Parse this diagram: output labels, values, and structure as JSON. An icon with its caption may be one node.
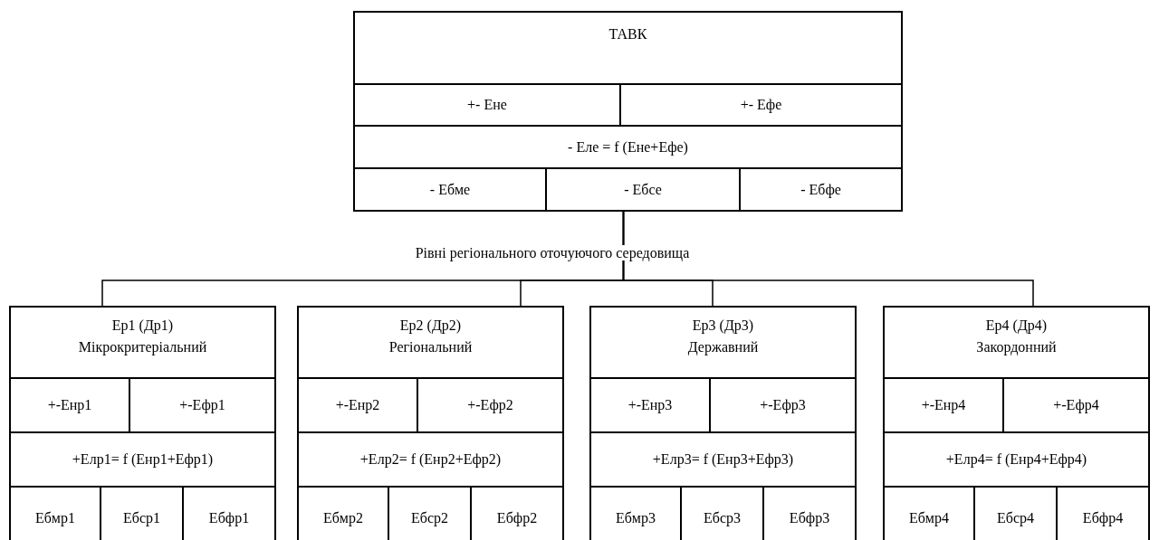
{
  "diagram": {
    "nodes": [
      {
        "text": [
          "ТАВК"
        ]
      },
      {
        "text": [
          "+- Ене"
        ],
        "in": 0
      },
      {
        "text": [
          "+- Ефе"
        ],
        "in": 0
      },
      {
        "text": [
          "- Еле = f (Ене+Ефе)"
        ],
        "in": 0
      },
      {
        "text": [
          "- Ебме"
        ],
        "in": 0
      },
      {
        "text": [
          "- Ебсе"
        ],
        "in": 0
      },
      {
        "text": [
          "- Ебфе"
        ],
        "in": 0
      },
      {
        "text": [
          "Ер1 (Др1)",
          "Мікрокритеріальний"
        ]
      },
      {
        "text": [
          "+-Енр1"
        ],
        "in": 7
      },
      {
        "text": [
          "+-Ефр1"
        ],
        "in": 7
      },
      {
        "text": [
          "+Елр1= f (Енр1+Ефр1)"
        ],
        "in": 7
      },
      {
        "text": [
          "Ебмр1"
        ],
        "in": 7
      },
      {
        "text": [
          "Ебср1"
        ],
        "in": 7
      },
      {
        "text": [
          "Ебфр1"
        ],
        "in": 7
      },
      {
        "text": [
          "Ер2 (Др2)",
          "Регіональний"
        ]
      },
      {
        "text": [
          "+-Енр2"
        ],
        "in": 14
      },
      {
        "text": [
          "+-Ефр2"
        ],
        "in": 14
      },
      {
        "text": [
          "+Елр2= f (Енр2+Ефр2)"
        ],
        "in": 14
      },
      {
        "text": [
          "Ебмр2"
        ],
        "in": 14
      },
      {
        "text": [
          "Ебср2"
        ],
        "in": 14
      },
      {
        "text": [
          "Ебфр2"
        ],
        "in": 14
      },
      {
        "text": [
          "Ер3 (Др3)",
          "Державний"
        ]
      },
      {
        "text": [
          "+-Енр3"
        ],
        "in": 21
      },
      {
        "text": [
          "+-Ефр3"
        ],
        "in": 21
      },
      {
        "text": [
          "+Елр3= f (Енр3+Ефр3)"
        ],
        "in": 21
      },
      {
        "text": [
          "Ебмр3"
        ],
        "in": 21
      },
      {
        "text": [
          "Ебср3"
        ],
        "in": 21
      },
      {
        "text": [
          "Ебфр3"
        ],
        "in": 21
      },
      {
        "text": [
          "Ер4 (Др4)",
          "Закордонний"
        ]
      },
      {
        "text": [
          "+-Енр4"
        ],
        "in": 28
      },
      {
        "text": [
          "+-Ефр4"
        ],
        "in": 28
      },
      {
        "text": [
          "+Елр4= f (Енр4+Ефр4)"
        ],
        "in": 28
      },
      {
        "text": [
          "Ебмр4"
        ],
        "in": 28
      },
      {
        "text": [
          "Ебср4"
        ],
        "in": 28
      },
      {
        "text": [
          "Ебфр4"
        ],
        "in": 28
      }
    ],
    "edges": [
      {
        "from": 0,
        "to": 7,
        "arrow": "none"
      },
      {
        "from": 0,
        "to": 14,
        "arrow": "none"
      },
      {
        "from": 0,
        "to": 21,
        "arrow": "none"
      },
      {
        "from": 0,
        "to": 28,
        "arrow": "none"
      }
    ],
    "labels": [
      "Рівні регіонального оточуючого середовища"
    ]
  }
}
